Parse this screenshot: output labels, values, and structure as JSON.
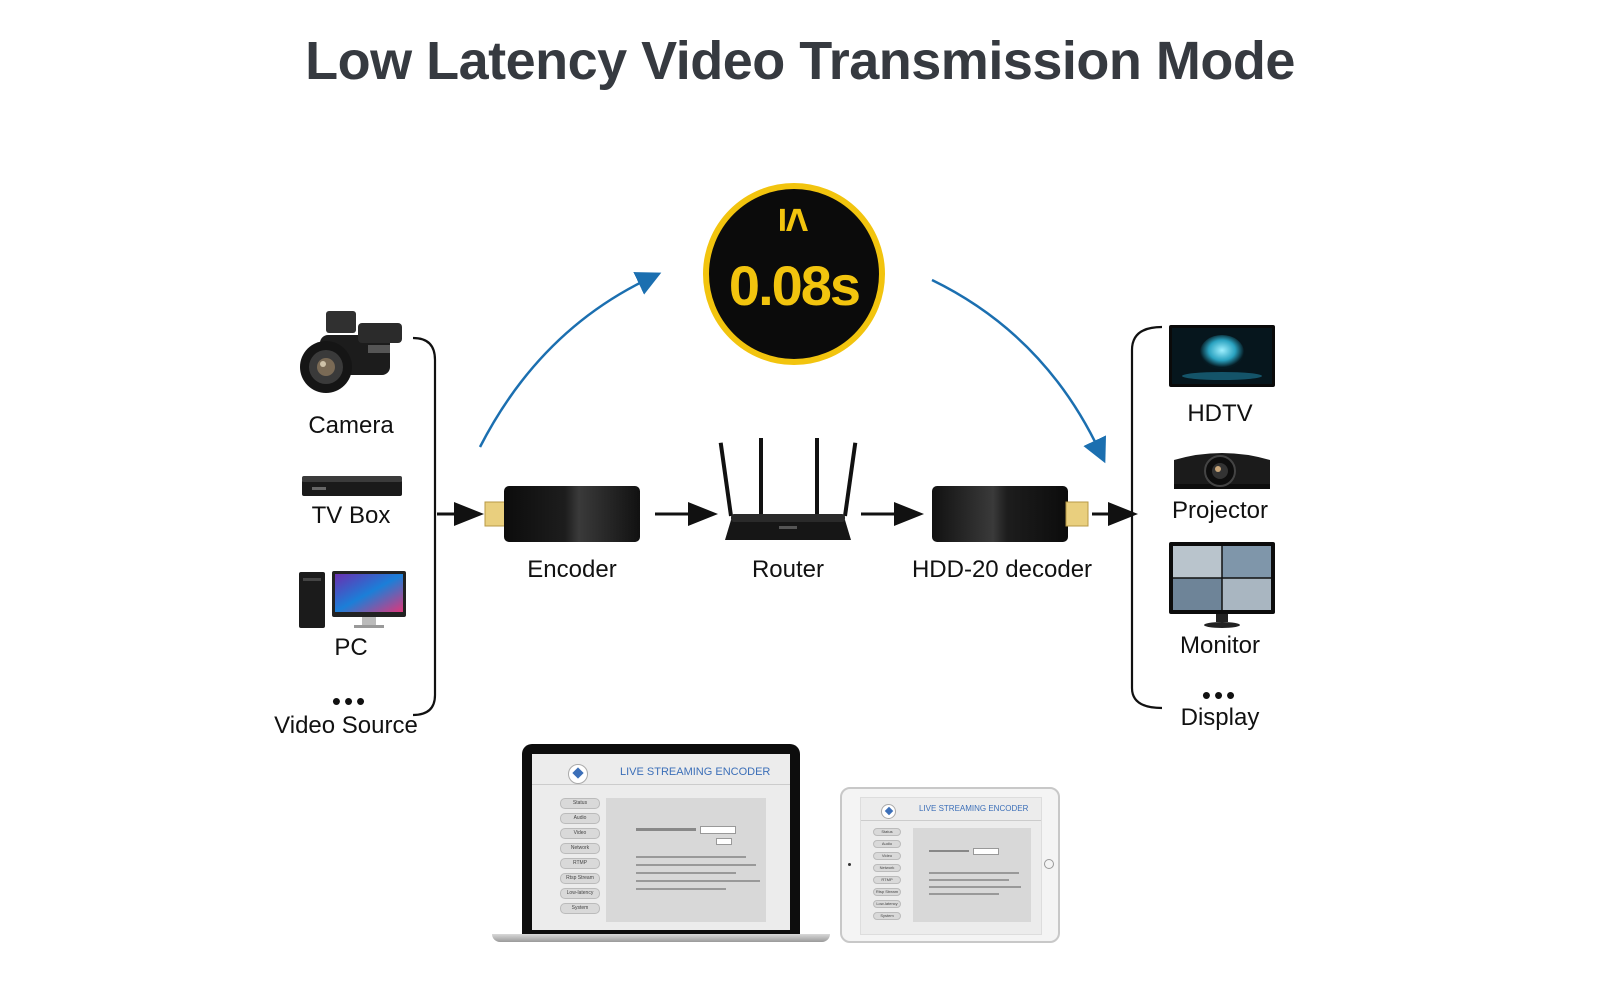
{
  "title": "Low Latency Video Transmission Mode",
  "latency": {
    "symbol": "≤",
    "value": "0.08s"
  },
  "colors": {
    "accent_yellow": "#f2c40e",
    "arrow_blue": "#1b6fb0",
    "title_gray": "#363a40"
  },
  "sources": {
    "items": [
      {
        "label": "Camera",
        "icon": "camcorder-icon"
      },
      {
        "label": "TV Box",
        "icon": "tv-box-icon"
      },
      {
        "label": "PC",
        "icon": "pc-icon"
      }
    ],
    "more": "•••",
    "group_label": "Video Source"
  },
  "chain": [
    {
      "label": "Encoder",
      "icon": "encoder-icon"
    },
    {
      "label": "Router",
      "icon": "router-icon"
    },
    {
      "label": "HDD-20 decoder",
      "icon": "decoder-icon"
    }
  ],
  "displays": {
    "items": [
      {
        "label": "HDTV",
        "icon": "hdtv-icon"
      },
      {
        "label": "Projector",
        "icon": "projector-icon"
      },
      {
        "label": "Monitor",
        "icon": "monitor-icon"
      }
    ],
    "more": "•••",
    "group_label": "Display"
  },
  "web_ui": {
    "header": "LIVE STREAMING ENCODER",
    "menu": [
      "Status",
      "Audio",
      "Video",
      "Network",
      "RTMP",
      "Rtsp Stream",
      "Low-latency",
      "System"
    ]
  }
}
